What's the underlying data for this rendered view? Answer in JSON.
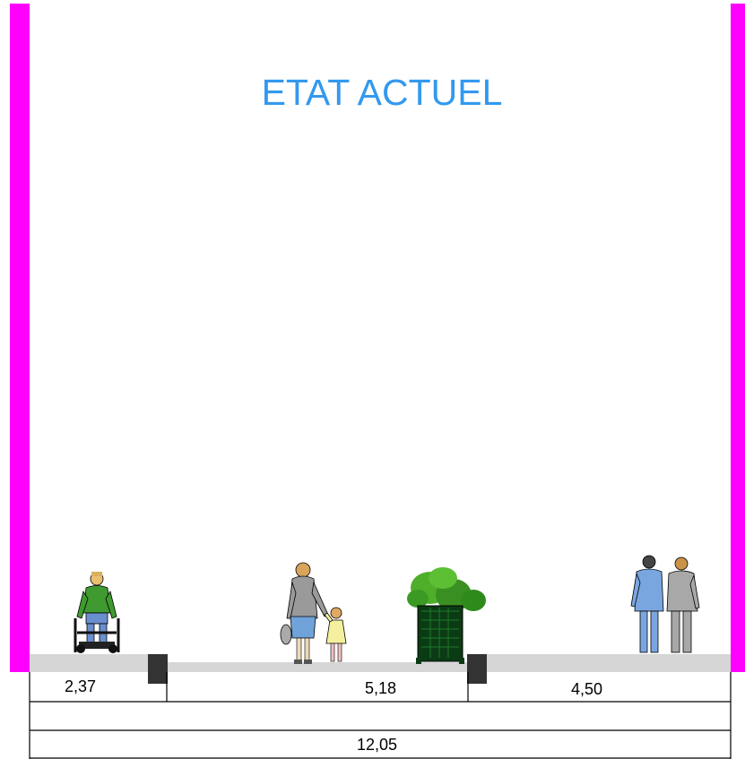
{
  "title": "ETAT ACTUEL",
  "colors": {
    "title": "#3399ee",
    "wall": "#ff00ff",
    "pavement": "#d6d6d6",
    "curb": "#333333"
  },
  "dimensions": {
    "left_sidewalk": "2,37",
    "roadway": "5,18",
    "right_sidewalk": "4,50",
    "total": "12,05"
  },
  "figures": [
    "wheelchair-user-icon",
    "woman-with-child-icon",
    "planter-icon",
    "couple-walking-icon"
  ]
}
